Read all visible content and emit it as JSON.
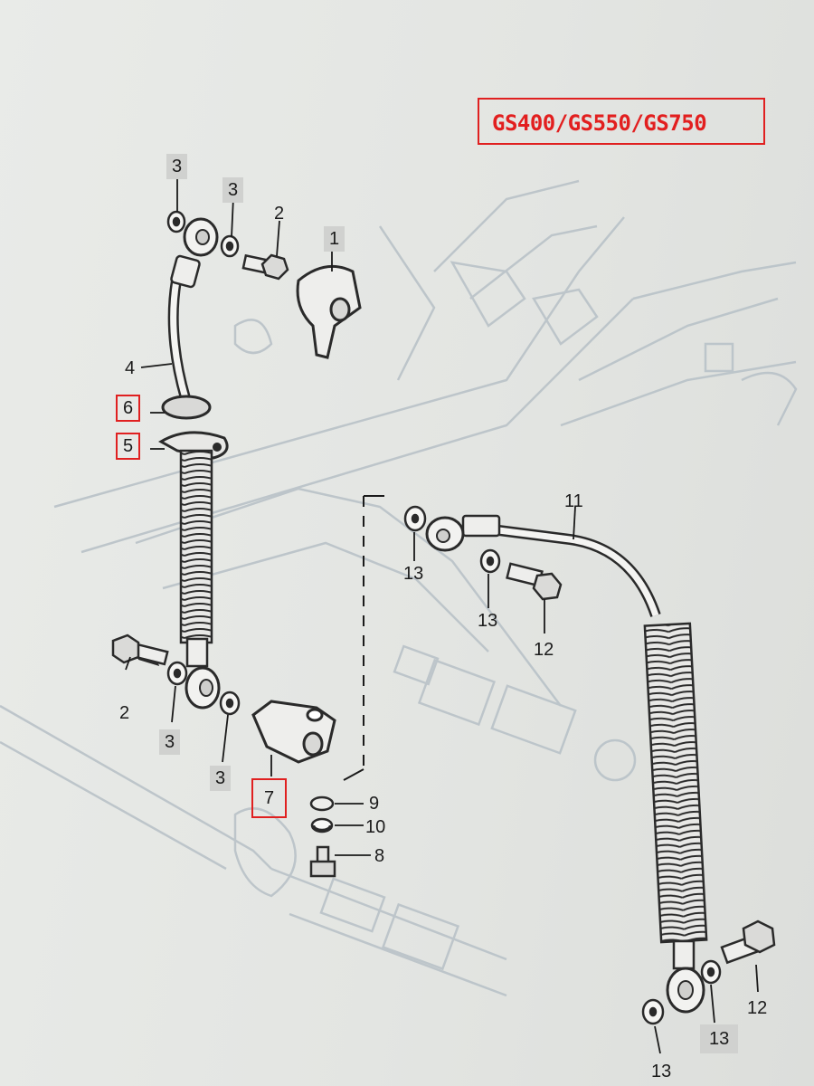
{
  "title_box": {
    "models": "GS400/GS550/GS750",
    "accent_color": "#e21f1f"
  },
  "callouts": {
    "c3a": "3",
    "c3b": "3",
    "c2a": "2",
    "c1": "1",
    "c4": "4",
    "c6": "6",
    "c5": "5",
    "c2b": "2",
    "c3c": "3",
    "c3d": "3",
    "c7": "7",
    "c9": "9",
    "c10": "10",
    "c8": "8",
    "c11": "11",
    "c13a": "13",
    "c13b": "13",
    "c12a": "12",
    "c12b": "12",
    "c13c": "13",
    "c13d": "13"
  }
}
